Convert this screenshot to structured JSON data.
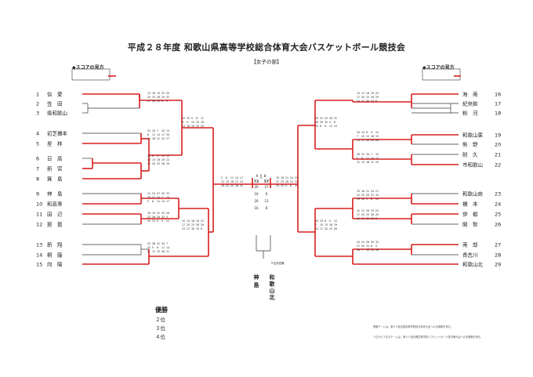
{
  "page": {
    "title": "平成２８年度 和歌山県高等学校総合体育大会バスケットボール競技会",
    "division": "【女子の部】"
  },
  "legend": {
    "label": "◆スコアの見方"
  },
  "notes": [
    "優勝チームは、第６９回全国高等学校総合体育大会への出場権を得る。",
    "１位から３位のチームは、第６５回近畿高等学校バスケットボール選手権大会への出場権を得る。"
  ],
  "left_teams": [
    {
      "num": "1",
      "name": "信　愛"
    },
    {
      "num": "2",
      "name": "笠　田"
    },
    {
      "num": "3",
      "name": "県和歌山"
    },
    {
      "num": "4",
      "name": "初芝橋本"
    },
    {
      "num": "5",
      "name": "星　林"
    },
    {
      "num": "6",
      "name": "日　高"
    },
    {
      "num": "7",
      "name": "新　宮"
    },
    {
      "num": "8",
      "name": "箕　島"
    },
    {
      "num": "9",
      "name": "神　島"
    },
    {
      "num": "10",
      "name": "和高専"
    },
    {
      "num": "11",
      "name": "田　辺"
    },
    {
      "num": "12",
      "name": "那　賀"
    },
    {
      "num": "13",
      "name": "新　翔"
    },
    {
      "num": "14",
      "name": "桐　蔭"
    },
    {
      "num": "15",
      "name": "向　陽"
    }
  ],
  "right_teams": [
    {
      "num": "16",
      "name": "海　南"
    },
    {
      "num": "17",
      "name": "紀央館"
    },
    {
      "num": "18",
      "name": "粉　河"
    },
    {
      "num": "19",
      "name": "和歌山東"
    },
    {
      "num": "20",
      "name": "熊　野"
    },
    {
      "num": "21",
      "name": "耐　久"
    },
    {
      "num": "22",
      "name": "市和歌山"
    },
    {
      "num": "23",
      "name": "和歌山商"
    },
    {
      "num": "24",
      "name": "橋　本"
    },
    {
      "num": "25",
      "name": "伊　都"
    },
    {
      "num": "26",
      "name": "開　智"
    },
    {
      "num": "27",
      "name": "南　部"
    },
    {
      "num": "28",
      "name": "貴志川"
    },
    {
      "num": "29",
      "name": "和歌山北"
    }
  ],
  "final": {
    "left_team": "神島",
    "right_team": "和歌山北",
    "third_place_label": "３位決定戦",
    "scores_left": [
      "20",
      "16",
      "20",
      "16"
    ],
    "scores_right": [
      "27",
      "9",
      "13",
      "8"
    ],
    "total_left": "72",
    "total_right": "57"
  },
  "rankings": [
    {
      "label": "優勝",
      "value": ""
    },
    {
      "label": "２位",
      "value": ""
    },
    {
      "label": "３位",
      "value": ""
    },
    {
      "label": "４位",
      "value": ""
    }
  ]
}
